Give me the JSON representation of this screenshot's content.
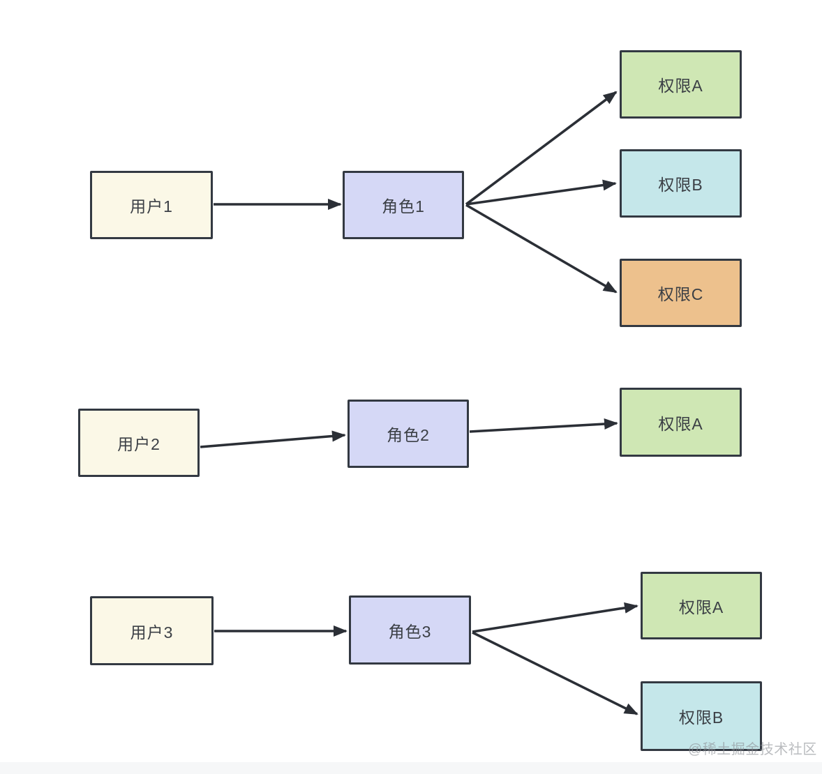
{
  "watermark": "@稀土掘金技术社区",
  "colors": {
    "user_fill": "#fbf8e7",
    "role_fill": "#d5d8f6",
    "perm_a_fill": "#cfe7b4",
    "perm_b_fill": "#c5e7ea",
    "perm_c_fill": "#edc18d",
    "border": "#333942",
    "arrow": "#2b2f36",
    "footer_band": "#f6f7f8"
  },
  "nodes": {
    "user1": {
      "label": "用户1"
    },
    "role1": {
      "label": "角色1"
    },
    "perm1a": {
      "label": "权限A"
    },
    "perm1b": {
      "label": "权限B"
    },
    "perm1c": {
      "label": "权限C"
    },
    "user2": {
      "label": "用户2"
    },
    "role2": {
      "label": "角色2"
    },
    "perm2a": {
      "label": "权限A"
    },
    "user3": {
      "label": "用户3"
    },
    "role3": {
      "label": "角色3"
    },
    "perm3a": {
      "label": "权限A"
    },
    "perm3b": {
      "label": "权限B"
    }
  },
  "edges": [
    {
      "from": "用户1",
      "to": "角色1"
    },
    {
      "from": "角色1",
      "to": "权限A"
    },
    {
      "from": "角色1",
      "to": "权限B"
    },
    {
      "from": "角色1",
      "to": "权限C"
    },
    {
      "from": "用户2",
      "to": "角色2"
    },
    {
      "from": "角色2",
      "to": "权限A"
    },
    {
      "from": "用户3",
      "to": "角色3"
    },
    {
      "from": "角色3",
      "to": "权限A"
    },
    {
      "from": "角色3",
      "to": "权限B"
    }
  ]
}
